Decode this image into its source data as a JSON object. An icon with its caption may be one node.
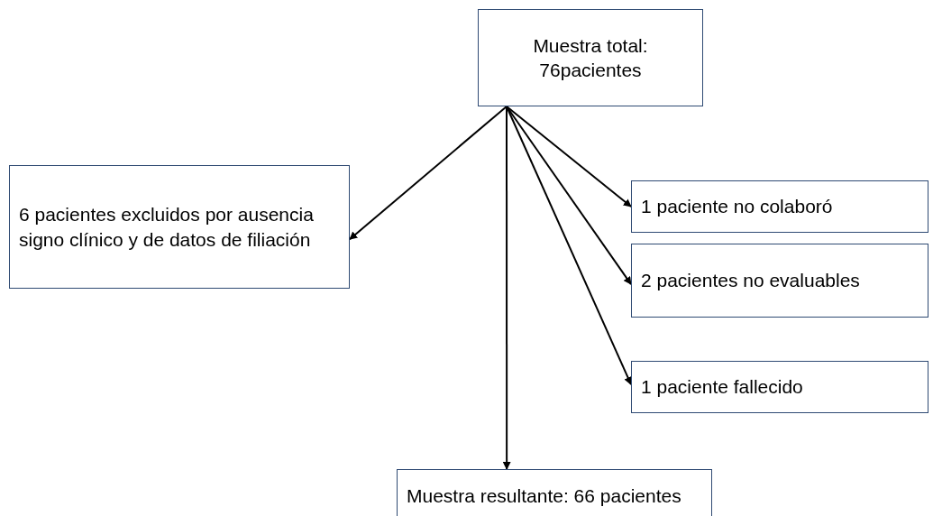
{
  "diagram": {
    "nodes": [
      {
        "text": [
          "Muestra total: 76pacientes"
        ]
      },
      {
        "text": [
          "6 pacientes excluidos por ausencia signo clínico y de datos de filiación"
        ]
      },
      {
        "text": [
          "1 paciente no colaboró"
        ]
      },
      {
        "text": [
          "2 pacientes no evaluables"
        ]
      },
      {
        "text": [
          "1 paciente fallecido"
        ]
      },
      {
        "text": [
          "Muestra resultante: 66 pacientes"
        ]
      }
    ],
    "edges": [
      {
        "from": 0,
        "to": 1,
        "arrow": "to"
      },
      {
        "from": 0,
        "to": 2,
        "arrow": "to"
      },
      {
        "from": 0,
        "to": 3,
        "arrow": "to"
      },
      {
        "from": 0,
        "to": 4,
        "arrow": "to"
      },
      {
        "from": 0,
        "to": 5,
        "arrow": "to"
      }
    ]
  }
}
